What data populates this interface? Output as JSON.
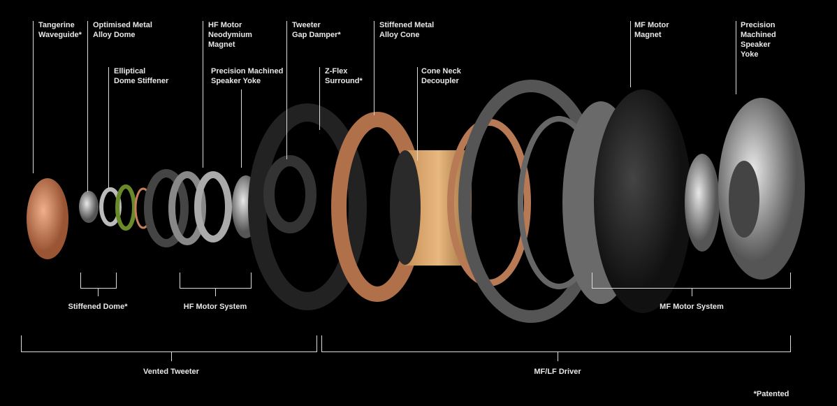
{
  "labels": {
    "tangerine_waveguide": "Tangerine\nWaveguide*",
    "optimised_dome": "Optimised Metal\nAlloy Dome",
    "elliptical_stiffener": "Elliptical\nDome Stiffener",
    "hf_magnet": "HF Motor\nNeodymium\nMagnet",
    "hf_yoke": "Precision Machined\nSpeaker Yoke",
    "gap_damper": "Tweeter\nGap Damper*",
    "zflex": "Z-Flex\nSurround*",
    "metal_cone": "Stiffened Metal\nAlloy Cone",
    "cone_neck": "Cone Neck\nDecoupler",
    "mf_magnet": "MF Motor\nMagnet",
    "mf_yoke": "Precision\nMachined\nSpeaker\nYoke"
  },
  "groups": {
    "stiffened_dome": "Stiffened Dome*",
    "hf_motor_system": "HF Motor System",
    "mf_motor_system": "MF Motor System",
    "vented_tweeter": "Vented Tweeter",
    "mf_lf_driver": "MF/LF Driver"
  },
  "footnote": "*Patented",
  "colors": {
    "copper": "#c9805a",
    "metal": "#9a9a9a",
    "dark": "#2a2a2a",
    "green": "#6a8a2a"
  }
}
